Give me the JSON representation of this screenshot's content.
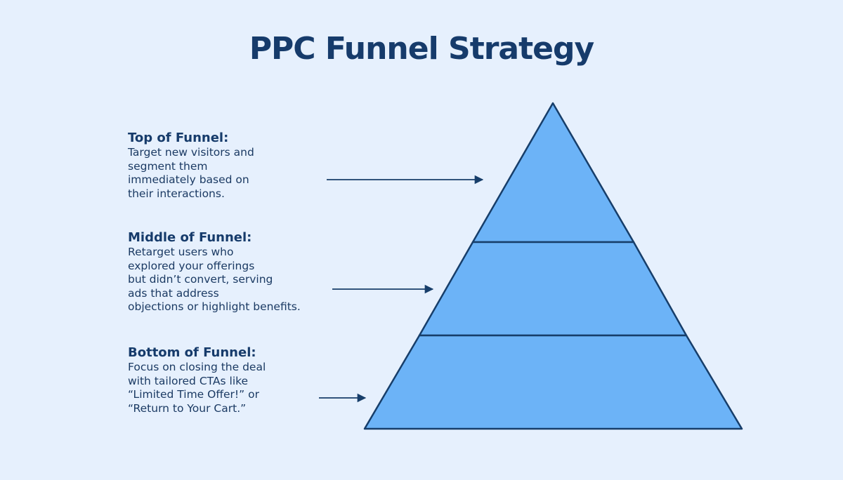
{
  "title": "PPC Funnel Strategy",
  "colors": {
    "background": "#e6f0fd",
    "funnel_fill": "#6cb3f7",
    "outline": "#173e6a",
    "text": "#163b6b"
  },
  "stages": [
    {
      "heading": "Top of Funnel:",
      "description": "Target new visitors and\nsegment them\nimmediately based on\ntheir interactions."
    },
    {
      "heading": "Middle of Funnel:",
      "description": "Retarget users who\nexplored your offerings\nbut didn’t convert, serving\nads that address\nobjections or highlight benefits."
    },
    {
      "heading": "Bottom of Funnel:",
      "description": "Focus on closing the deal\nwith tailored CTAs like\n“Limited Time Offer!” or\n“Return to Your Cart.”"
    }
  ]
}
